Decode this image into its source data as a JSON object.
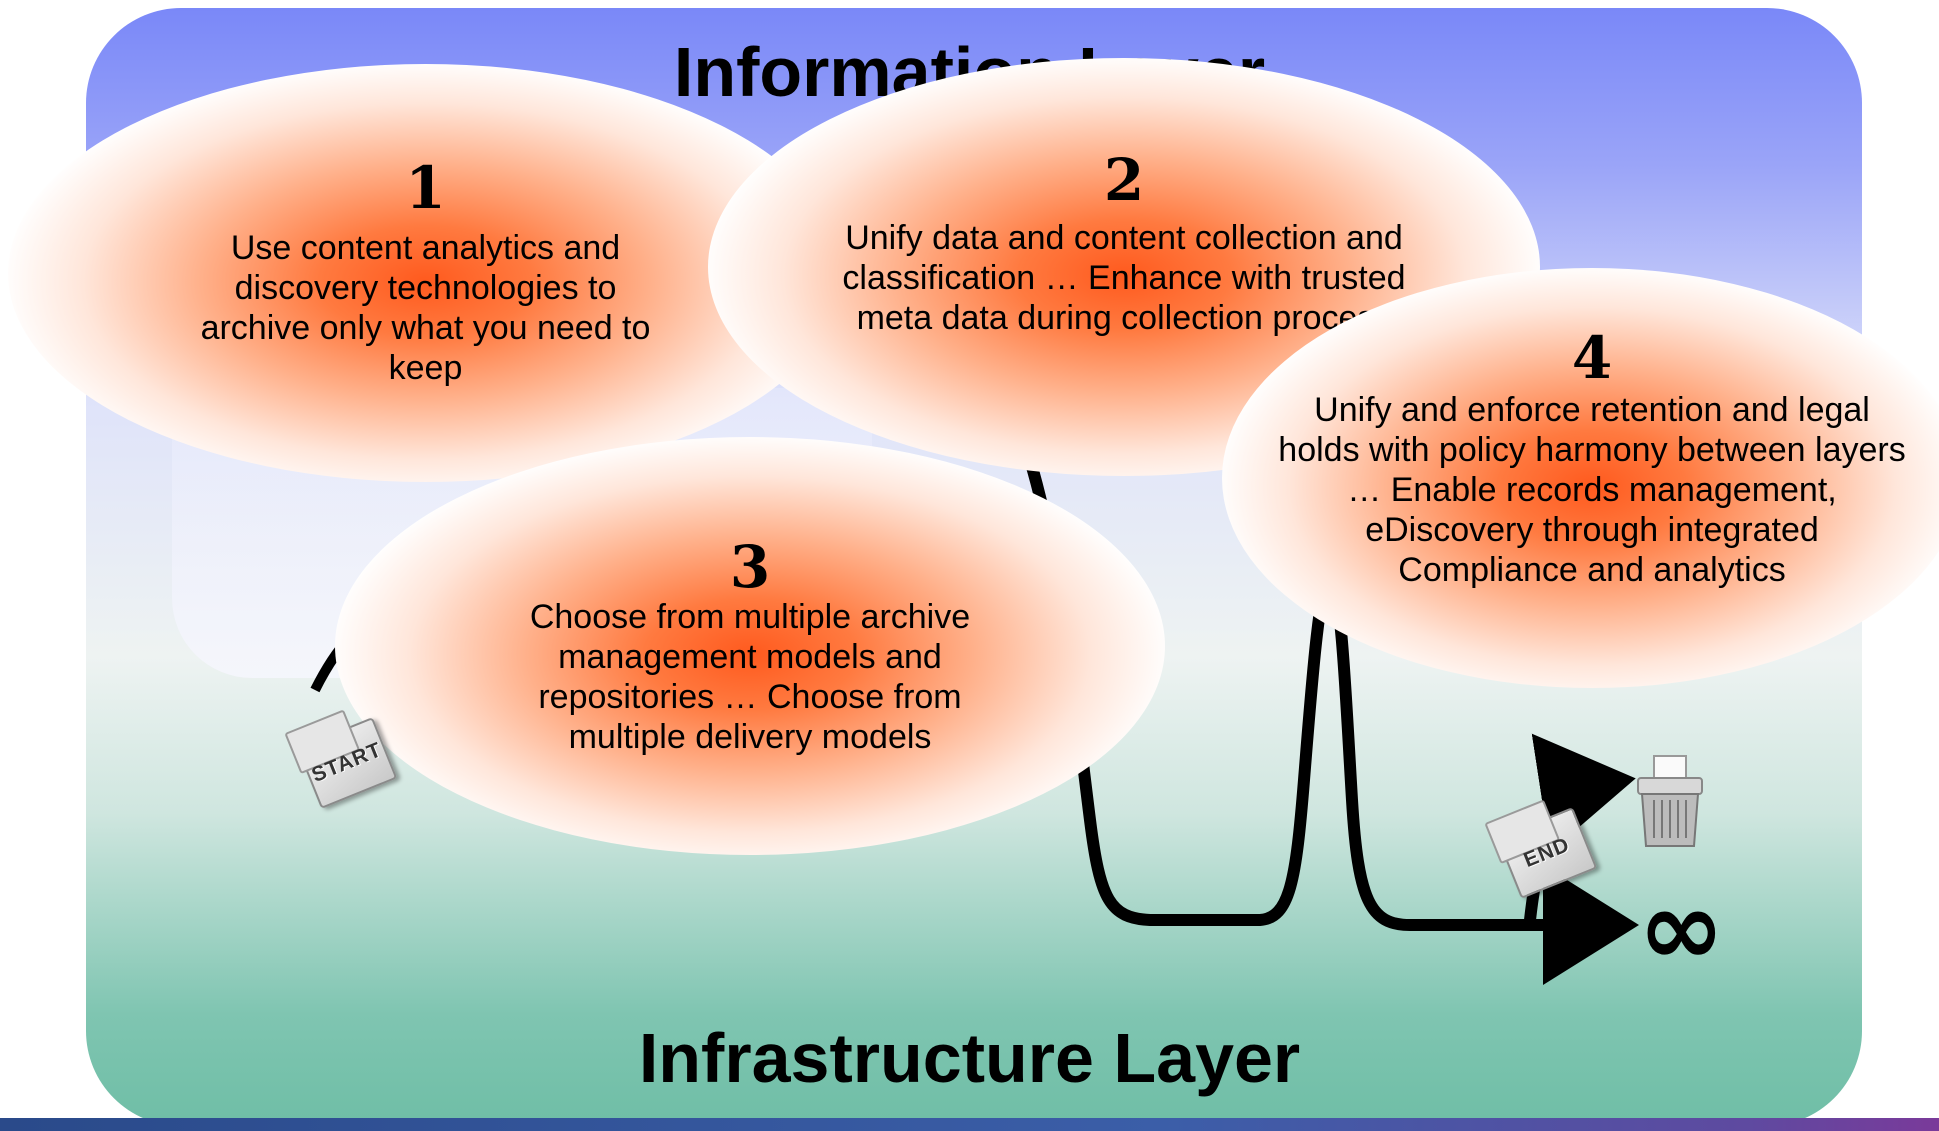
{
  "layers": {
    "top_title": "Information Layer",
    "bottom_title": "Infrastructure Layer"
  },
  "bubbles": [
    {
      "number": "1",
      "text": "Use content analytics and discovery technologies to archive only what you need to keep"
    },
    {
      "number": "2",
      "text": "Unify data and content collection and classification … Enhance with trusted meta data during collection process"
    },
    {
      "number": "3",
      "text": "Choose from multiple archive management models and repositories … Choose from multiple delivery models"
    },
    {
      "number": "4",
      "text": "Unify and enforce retention and legal holds with policy harmony between layers … Enable records management, eDiscovery through integrated Compliance and analytics"
    }
  ],
  "icons": {
    "start_label": "START",
    "end_label": "END",
    "shredder": "shredder-icon",
    "infinity_symbol": "∞"
  },
  "colors": {
    "top_gradient": "#7a88f8",
    "bottom_gradient": "#6fbea6",
    "bubble_core": "#ff5a1e"
  }
}
